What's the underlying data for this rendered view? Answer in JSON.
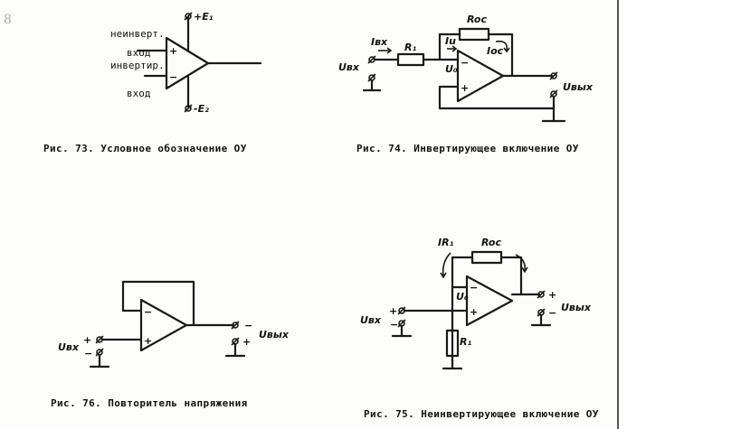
{
  "margin_mark": "8",
  "fig73": {
    "caption": "Рис. 73. Условное обозначение ОУ",
    "in_noninv_1": "неинверт.",
    "in_noninv_2": "вход",
    "in_inv_1": "инвертир.",
    "in_inv_2": "вход",
    "plus": "+",
    "minus": "−",
    "supply_pos": "+E₁",
    "supply_neg": "-E₂"
  },
  "fig74": {
    "caption": "Рис. 74. Инвертирующее включение ОУ",
    "i_in": "Iвх",
    "r1": "R₁",
    "i_u": "Iu",
    "u0": "U₀",
    "roc": "Roc",
    "ioc": "Ioc",
    "u_in": "Uвх",
    "u_out": "Uвых",
    "minus": "−",
    "plus": "+"
  },
  "fig75": {
    "caption": "Рис. 75. Неинвертирующее включение ОУ",
    "ir1": "IR₁",
    "roc": "Roc",
    "r1": "R₁",
    "u0": "U₀",
    "u_in": "Uвх",
    "u_out": "Uвых",
    "minus": "−",
    "plus": "+"
  },
  "fig76": {
    "caption": "Рис. 76. Повторитель напряжения",
    "u_in": "Uвх",
    "u_out": "Uвых",
    "minus": "−",
    "plus": "+"
  }
}
